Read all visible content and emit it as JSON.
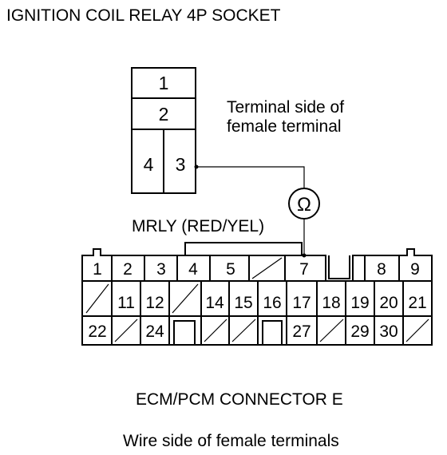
{
  "title": "IGNITION COIL RELAY 4P SOCKET",
  "relay_socket": {
    "terminals": [
      "1",
      "2",
      "4",
      "3"
    ],
    "note_line1": "Terminal side of",
    "note_line2": "female terminal"
  },
  "meter": {
    "symbol": "Ω",
    "name": "ohmmeter-symbol"
  },
  "wire_label": "MRLY (RED/YEL)",
  "connector": {
    "row1": [
      "1",
      "2",
      "3",
      "4",
      "5",
      "",
      "7",
      "8",
      "9"
    ],
    "row2": [
      "",
      "11",
      "12",
      "",
      "14",
      "15",
      "16",
      "17",
      "18",
      "19",
      "20",
      "21"
    ],
    "row3": [
      "22",
      "",
      "24",
      "",
      "",
      "",
      "27",
      "",
      "29",
      "30",
      ""
    ],
    "name": "ECM/PCM CONNECTOR E",
    "note": "Wire side of female terminals"
  },
  "colors": {
    "line": "#000000",
    "background": "#ffffff"
  }
}
